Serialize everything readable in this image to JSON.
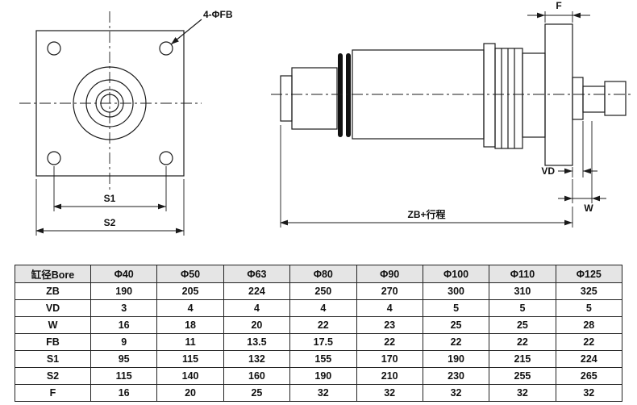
{
  "drawing": {
    "front_view": {
      "hole_callout": "4-ΦFB",
      "dim_s1": "S1",
      "dim_s2": "S2"
    },
    "side_view": {
      "dim_f": "F",
      "dim_vd": "VD",
      "dim_w": "W",
      "dim_zb": "ZB+行程"
    }
  },
  "table": {
    "header": [
      "缸径Bore",
      "Φ40",
      "Φ50",
      "Φ63",
      "Φ80",
      "Φ90",
      "Φ100",
      "Φ110",
      "Φ125"
    ],
    "rows": [
      {
        "label": "ZB",
        "values": [
          "190",
          "205",
          "224",
          "250",
          "270",
          "300",
          "310",
          "325"
        ]
      },
      {
        "label": "VD",
        "values": [
          "3",
          "4",
          "4",
          "4",
          "4",
          "5",
          "5",
          "5"
        ]
      },
      {
        "label": "W",
        "values": [
          "16",
          "18",
          "20",
          "22",
          "23",
          "25",
          "25",
          "28"
        ]
      },
      {
        "label": "FB",
        "values": [
          "9",
          "11",
          "13.5",
          "17.5",
          "22",
          "22",
          "22",
          "22"
        ]
      },
      {
        "label": "S1",
        "values": [
          "95",
          "115",
          "132",
          "155",
          "170",
          "190",
          "215",
          "224"
        ]
      },
      {
        "label": "S2",
        "values": [
          "115",
          "140",
          "160",
          "190",
          "210",
          "230",
          "255",
          "265"
        ]
      },
      {
        "label": "F",
        "values": [
          "16",
          "20",
          "25",
          "32",
          "32",
          "32",
          "32",
          "32"
        ]
      }
    ]
  },
  "colors": {
    "line": "#1a1a1a",
    "table_header_bg": "#e5e5e5",
    "background": "#ffffff"
  }
}
